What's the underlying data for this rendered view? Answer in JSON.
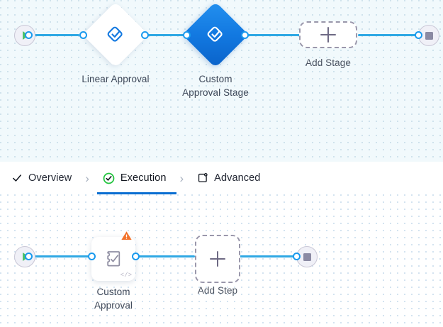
{
  "stage_canvas": {
    "name": "stage-flow-canvas",
    "background_color": "#f1f9fc",
    "grid_dot_color": "#cfe2ec",
    "edge_color": "#2fa8e4",
    "start_node": {
      "icon": "play-icon",
      "color": "#4ec16a"
    },
    "end_node": {
      "icon": "stop-icon",
      "color": "#8b8aa3"
    },
    "nodes": [
      {
        "id": "linear-approval",
        "label": "Linear Approval",
        "shape": "diamond",
        "state": "default",
        "fill": "#ffffff",
        "icon": "approval-stage-icon",
        "icon_color": "#1278e0"
      },
      {
        "id": "custom-approval-stage",
        "label_line1": "Custom",
        "label_line2": "Approval Stage",
        "label": "Custom Approval Stage",
        "shape": "diamond",
        "state": "selected",
        "fill": "#1278e0",
        "icon": "approval-stage-icon",
        "icon_color": "#ffffff"
      }
    ],
    "add_button": {
      "label": "Add Stage",
      "icon": "plus-icon"
    }
  },
  "tabbar": {
    "name": "workflow-tabs",
    "separator": "›",
    "active_underline_color": "#0a6ed1",
    "tabs": [
      {
        "id": "overview",
        "label": "Overview",
        "icon": "check-icon",
        "active": false
      },
      {
        "id": "execution",
        "label": "Execution",
        "icon": "check-circle-icon",
        "active": true
      },
      {
        "id": "advanced",
        "label": "Advanced",
        "icon": "settings-square-icon",
        "active": false
      }
    ]
  },
  "step_canvas": {
    "name": "step-flow-canvas",
    "background_color": "#ffffff",
    "grid_dot_color": "#d3e3f0",
    "edge_color": "#2fa8e4",
    "start_node": {
      "icon": "play-icon",
      "color": "#4ec16a"
    },
    "end_node": {
      "icon": "stop-icon",
      "color": "#8b8aa3"
    },
    "nodes": [
      {
        "id": "custom-approval",
        "label_line1": "Custom",
        "label_line2": "Approval",
        "label": "Custom Approval",
        "shape": "card",
        "icon": "custom-approval-icon",
        "warning": true,
        "warning_icon": "warning-triangle-icon",
        "warning_color": "#f2722b",
        "code_badge": "</>"
      }
    ],
    "add_button": {
      "label": "Add Step",
      "icon": "plus-icon"
    }
  }
}
